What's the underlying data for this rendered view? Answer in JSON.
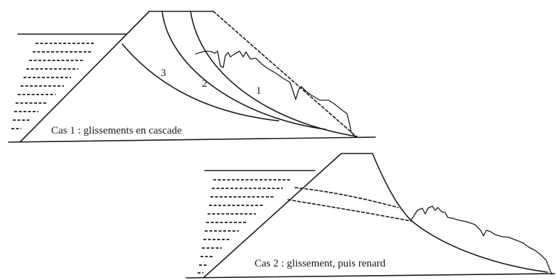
{
  "case1": {
    "caption": "Cas 1 : glissements en cascade",
    "surfaces": [
      "1",
      "2",
      "3"
    ]
  },
  "case2": {
    "caption": "Cas 2 : glissement, puis renard"
  }
}
